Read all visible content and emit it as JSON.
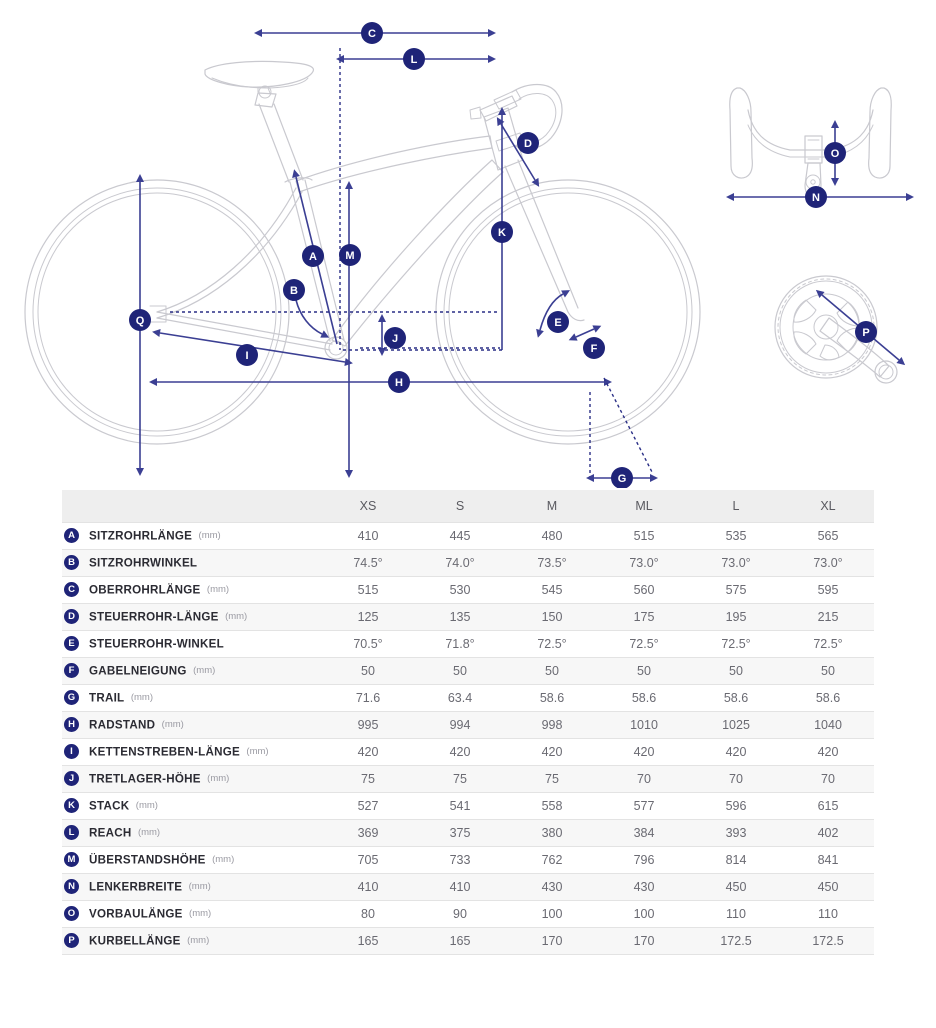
{
  "diagram": {
    "title": "bicycle-geometry-diagram",
    "accent_color": "#1f2478",
    "line_color": "#3b3f93",
    "outline_color": "#c9c9cf",
    "side_view_labels": [
      "A",
      "B",
      "C",
      "D",
      "E",
      "F",
      "G",
      "H",
      "I",
      "J",
      "K",
      "L",
      "M",
      "Q"
    ],
    "handlebar_view_labels": [
      "N",
      "O"
    ],
    "crank_view_labels": [
      "P"
    ],
    "markers": {
      "A": "A",
      "B": "B",
      "C": "C",
      "D": "D",
      "E": "E",
      "F": "F",
      "G": "G",
      "H": "H",
      "I": "I",
      "J": "J",
      "K": "K",
      "L": "L",
      "M": "M",
      "N": "N",
      "O": "O",
      "P": "P",
      "Q": "Q"
    }
  },
  "table": {
    "sizes": [
      "XS",
      "S",
      "M",
      "ML",
      "L",
      "XL"
    ],
    "label_header": "",
    "rows": [
      {
        "key": "A",
        "label": "SITZROHRLÄNGE",
        "unit": "(mm)",
        "values": [
          "410",
          "445",
          "480",
          "515",
          "535",
          "565"
        ]
      },
      {
        "key": "B",
        "label": "SITZROHRWINKEL",
        "unit": "",
        "values": [
          "74.5°",
          "74.0°",
          "73.5°",
          "73.0°",
          "73.0°",
          "73.0°"
        ]
      },
      {
        "key": "C",
        "label": "OBERROHRLÄNGE",
        "unit": "(mm)",
        "values": [
          "515",
          "530",
          "545",
          "560",
          "575",
          "595"
        ]
      },
      {
        "key": "D",
        "label": "STEUERROHR-LÄNGE",
        "unit": "(mm)",
        "values": [
          "125",
          "135",
          "150",
          "175",
          "195",
          "215"
        ]
      },
      {
        "key": "E",
        "label": "STEUERROHR-WINKEL",
        "unit": "",
        "values": [
          "70.5°",
          "71.8°",
          "72.5°",
          "72.5°",
          "72.5°",
          "72.5°"
        ]
      },
      {
        "key": "F",
        "label": "GABELNEIGUNG",
        "unit": "(mm)",
        "values": [
          "50",
          "50",
          "50",
          "50",
          "50",
          "50"
        ]
      },
      {
        "key": "G",
        "label": "TRAIL",
        "unit": "(mm)",
        "values": [
          "71.6",
          "63.4",
          "58.6",
          "58.6",
          "58.6",
          "58.6"
        ]
      },
      {
        "key": "H",
        "label": "RADSTAND",
        "unit": "(mm)",
        "values": [
          "995",
          "994",
          "998",
          "1010",
          "1025",
          "1040"
        ]
      },
      {
        "key": "I",
        "label": "KETTENSTREBEN-LÄNGE",
        "unit": "(mm)",
        "values": [
          "420",
          "420",
          "420",
          "420",
          "420",
          "420"
        ]
      },
      {
        "key": "J",
        "label": "TRETLAGER-HÖHE",
        "unit": "(mm)",
        "values": [
          "75",
          "75",
          "75",
          "70",
          "70",
          "70"
        ]
      },
      {
        "key": "K",
        "label": "STACK",
        "unit": "(mm)",
        "values": [
          "527",
          "541",
          "558",
          "577",
          "596",
          "615"
        ]
      },
      {
        "key": "L",
        "label": "REACH",
        "unit": "(mm)",
        "values": [
          "369",
          "375",
          "380",
          "384",
          "393",
          "402"
        ]
      },
      {
        "key": "M",
        "label": "ÜBERSTANDSHÖHE",
        "unit": "(mm)",
        "values": [
          "705",
          "733",
          "762",
          "796",
          "814",
          "841"
        ]
      },
      {
        "key": "N",
        "label": "LENKERBREITE",
        "unit": "(mm)",
        "values": [
          "410",
          "410",
          "430",
          "430",
          "450",
          "450"
        ]
      },
      {
        "key": "O",
        "label": "VORBAULÄNGE",
        "unit": "(mm)",
        "values": [
          "80",
          "90",
          "100",
          "100",
          "110",
          "110"
        ]
      },
      {
        "key": "P",
        "label": "KURBELLÄNGE",
        "unit": "(mm)",
        "values": [
          "165",
          "165",
          "170",
          "170",
          "172.5",
          "172.5"
        ]
      }
    ]
  }
}
